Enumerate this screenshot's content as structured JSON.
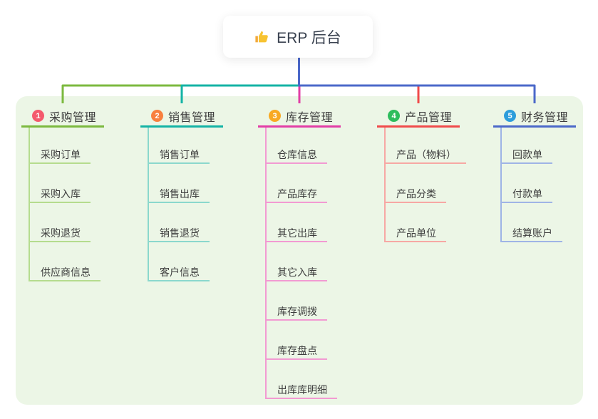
{
  "root": {
    "label": "ERP 后台",
    "icon": "thumbs-up-icon"
  },
  "branches": [
    {
      "badge": "1",
      "label": "采购管理",
      "color": "#7cb93f",
      "light_color": "#b5dc8e",
      "badge_color": "#f45a6d",
      "children": [
        "采购订单",
        "采购入库",
        "采购退货",
        "供应商信息"
      ]
    },
    {
      "badge": "2",
      "label": "销售管理",
      "color": "#14b3a5",
      "light_color": "#8bd8cd",
      "badge_color": "#f8803f",
      "children": [
        "销售订单",
        "销售出库",
        "销售退货",
        "客户信息"
      ]
    },
    {
      "badge": "3",
      "label": "库存管理",
      "color": "#e23ea6",
      "light_color": "#f29ad2",
      "badge_color": "#f8a922",
      "children": [
        "仓库信息",
        "产品库存",
        "其它出库",
        "其它入库",
        "库存调拨",
        "库存盘点",
        "出库库明细"
      ]
    },
    {
      "badge": "4",
      "label": "产品管理",
      "color": "#f04b4b",
      "light_color": "#f7a8a4",
      "badge_color": "#2dbd5d",
      "children": [
        "产品（物料）",
        "产品分类",
        "产品单位"
      ]
    },
    {
      "badge": "5",
      "label": "财务管理",
      "color": "#4b68c9",
      "light_color": "#9fb4e6",
      "badge_color": "#2d9ddb",
      "children": [
        "回款单",
        "付款单",
        "结算账户"
      ]
    }
  ],
  "colors": {
    "page_background": "#ffffff",
    "panel_background": "#ecf6e6",
    "root_connector": "#4b68c9",
    "text": "#3d3d3d"
  }
}
